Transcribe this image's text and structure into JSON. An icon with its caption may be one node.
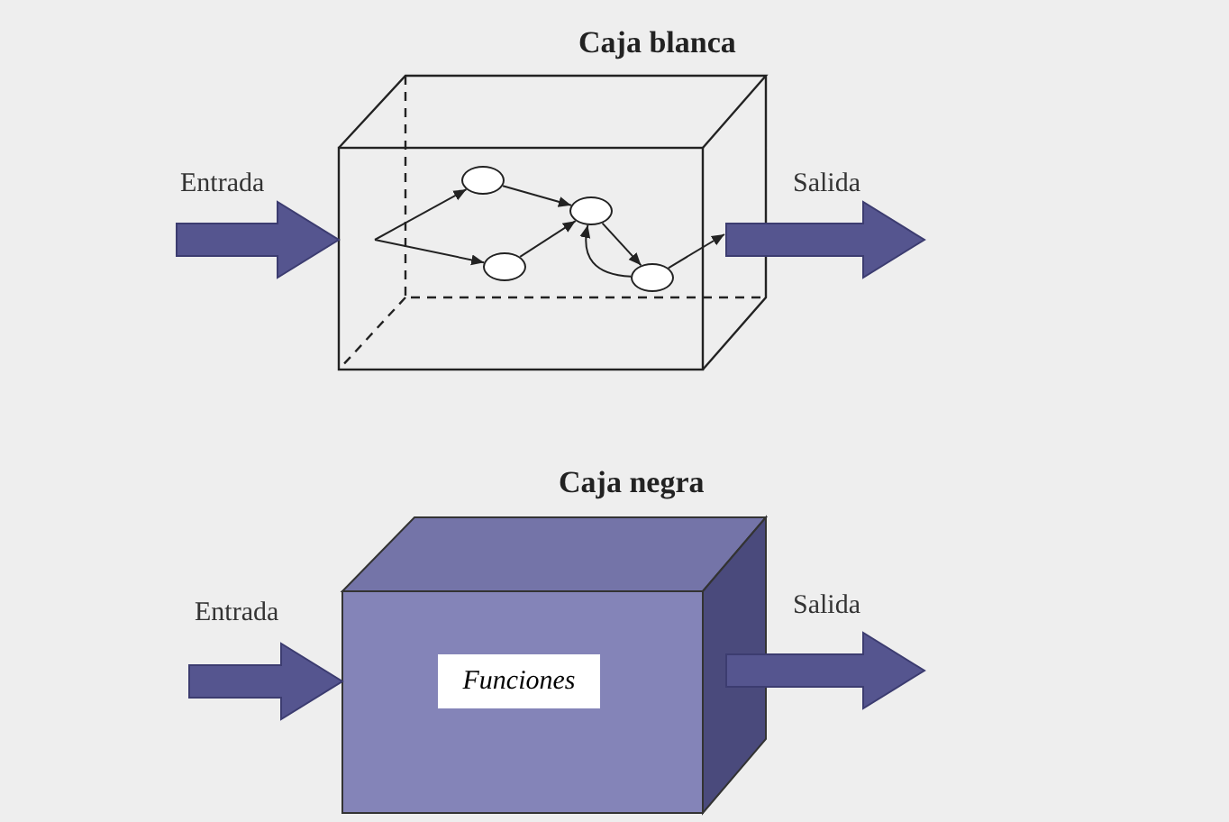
{
  "diagram": {
    "nodes": [
      {
        "text": [
          "Caja blanca"
        ]
      },
      {
        "text": [],
        "shape": "circle",
        "in": 0
      },
      {
        "text": [],
        "shape": "circle",
        "in": 0
      },
      {
        "text": [],
        "shape": "circle",
        "in": 0
      },
      {
        "text": [],
        "shape": "circle",
        "in": 0
      },
      {
        "text": [
          "Caja negra"
        ]
      },
      {
        "text": [
          "Funciones"
        ],
        "in": 5
      }
    ],
    "edges": [
      {
        "from": null,
        "to": 0,
        "arrow": "to",
        "style": "thick"
      },
      {
        "from": null,
        "to": 1,
        "arrow": "to"
      },
      {
        "from": null,
        "to": 2,
        "arrow": "to"
      },
      {
        "from": 1,
        "to": 3,
        "arrow": "to"
      },
      {
        "from": 2,
        "to": 3,
        "arrow": "to"
      },
      {
        "from": 3,
        "to": 4,
        "arrow": "to"
      },
      {
        "from": 4,
        "to": 3,
        "arrow": "to"
      },
      {
        "from": 4,
        "to": null,
        "arrow": "to"
      },
      {
        "from": 0,
        "to": null,
        "arrow": "to",
        "style": "thick"
      },
      {
        "from": null,
        "to": 5,
        "arrow": "to",
        "style": "thick"
      },
      {
        "from": 5,
        "to": null,
        "arrow": "to",
        "style": "thick"
      }
    ],
    "labels": [
      "Entrada",
      "Salida",
      "Entrada",
      "Salida"
    ]
  }
}
